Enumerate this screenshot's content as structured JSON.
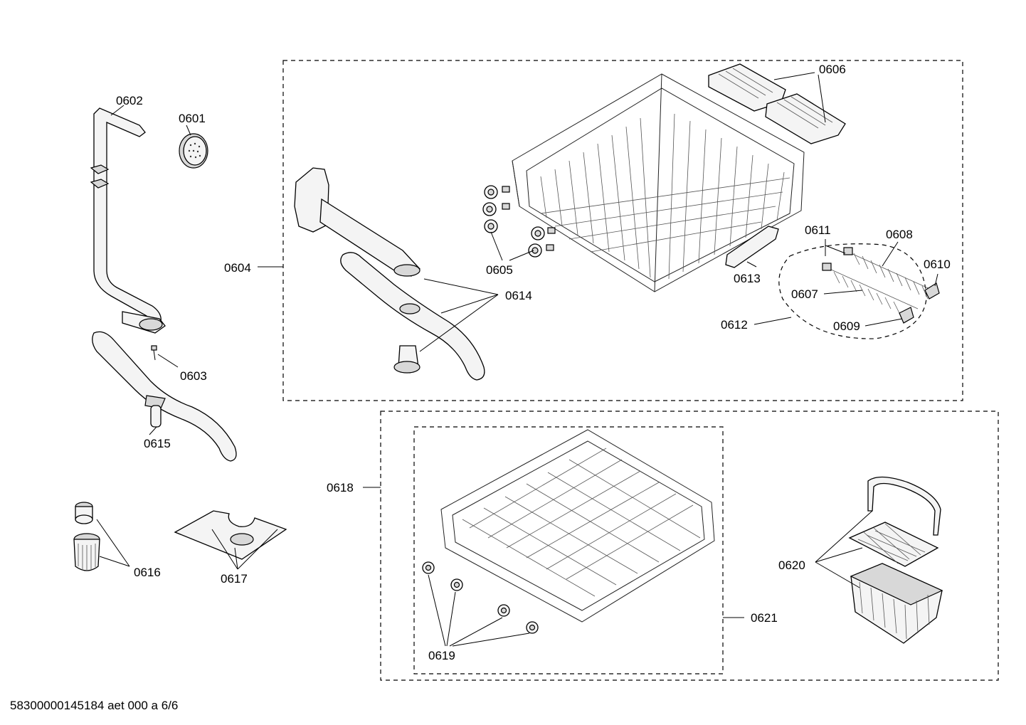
{
  "diagram": {
    "labels": {
      "l0601": "0601",
      "l0602": "0602",
      "l0603": "0603",
      "l0604": "0604",
      "l0605": "0605",
      "l0606": "0606",
      "l0607": "0607",
      "l0608": "0608",
      "l0609": "0609",
      "l0610": "0610",
      "l0611": "0611",
      "l0612": "0612",
      "l0613": "0613",
      "l0614": "0614",
      "l0615": "0615",
      "l0616": "0616",
      "l0617": "0617",
      "l0618": "0618",
      "l0619": "0619",
      "l0620": "0620",
      "l0621": "0621"
    },
    "footer": "58300000145184 aet 000 a 6/6"
  }
}
